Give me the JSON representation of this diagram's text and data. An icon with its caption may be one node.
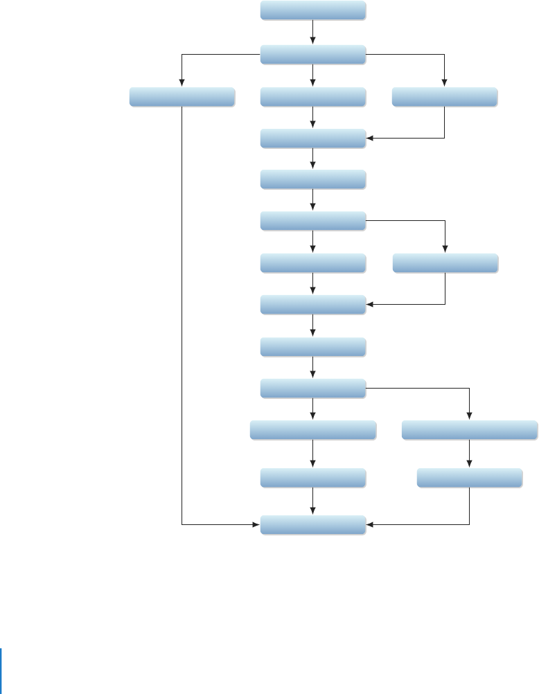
{
  "diagram": {
    "nodes": [
      {
        "text": [],
        "shape": "box"
      },
      {
        "text": [],
        "shape": "box"
      },
      {
        "text": [],
        "shape": "box"
      },
      {
        "text": [],
        "shape": "box"
      },
      {
        "text": [],
        "shape": "box"
      },
      {
        "text": [],
        "shape": "box"
      },
      {
        "text": [],
        "shape": "box"
      },
      {
        "text": [],
        "shape": "box"
      },
      {
        "text": [],
        "shape": "box"
      },
      {
        "text": [],
        "shape": "box"
      },
      {
        "text": [],
        "shape": "box"
      },
      {
        "text": [],
        "shape": "box"
      },
      {
        "text": [],
        "shape": "box"
      },
      {
        "text": [],
        "shape": "box"
      },
      {
        "text": [],
        "shape": "box"
      },
      {
        "text": [],
        "shape": "box"
      },
      {
        "text": [],
        "shape": "box"
      },
      {
        "text": [],
        "shape": "box"
      }
    ],
    "edges": [
      {
        "from": 0,
        "to": 1,
        "arrow": "to"
      },
      {
        "from": 1,
        "to": 2,
        "arrow": "to"
      },
      {
        "from": 1,
        "to": 3,
        "arrow": "to"
      },
      {
        "from": 1,
        "to": 4,
        "arrow": "to"
      },
      {
        "from": 2,
        "to": 17,
        "arrow": "to"
      },
      {
        "from": 3,
        "to": 5,
        "arrow": "to"
      },
      {
        "from": 4,
        "to": 5,
        "arrow": "to"
      },
      {
        "from": 5,
        "to": 6,
        "arrow": "to"
      },
      {
        "from": 6,
        "to": 7,
        "arrow": "to"
      },
      {
        "from": 7,
        "to": 8,
        "arrow": "to"
      },
      {
        "from": 7,
        "to": 9,
        "arrow": "to"
      },
      {
        "from": 8,
        "to": 10,
        "arrow": "to"
      },
      {
        "from": 9,
        "to": 10,
        "arrow": "to"
      },
      {
        "from": 10,
        "to": 11,
        "arrow": "to"
      },
      {
        "from": 11,
        "to": 12,
        "arrow": "to"
      },
      {
        "from": 12,
        "to": 13,
        "arrow": "to"
      },
      {
        "from": 12,
        "to": 14,
        "arrow": "to"
      },
      {
        "from": 13,
        "to": 15,
        "arrow": "to"
      },
      {
        "from": 14,
        "to": 16,
        "arrow": "to"
      },
      {
        "from": 15,
        "to": 17,
        "arrow": "to"
      },
      {
        "from": 16,
        "to": 17,
        "arrow": "to"
      }
    ]
  }
}
